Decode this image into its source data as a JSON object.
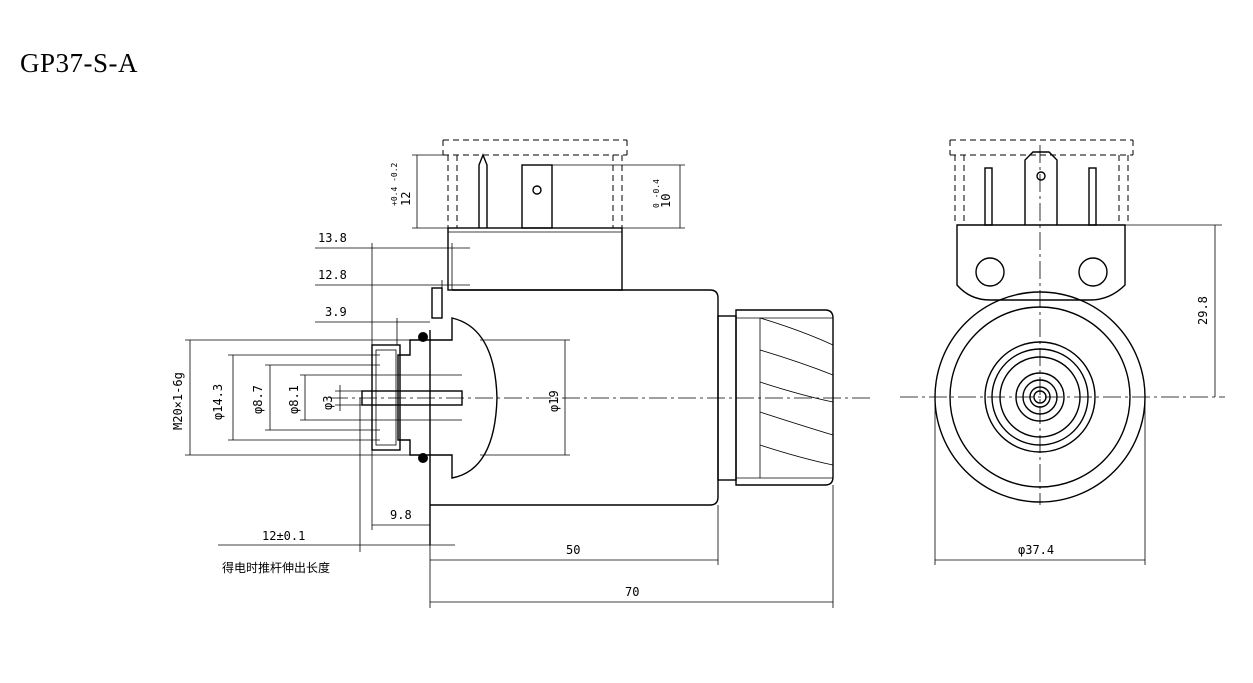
{
  "title": "GP37-S-A",
  "dimensions": {
    "d13_8": "13.8",
    "d12_8": "12.8",
    "d3_9": "3.9",
    "m20": "M20×1-6g",
    "phi14_3": "φ14.3",
    "phi8_7": "φ8.7",
    "phi8_1": "φ8.1",
    "phi3": "φ3",
    "phi19": "φ19",
    "d9_8": "9.8",
    "d12_tol": "12±0.1",
    "d50": "50",
    "d70": "70",
    "d12_pin": "12",
    "d12_pin_tol": "+0.4 -0.2",
    "d10": "10",
    "d10_tol": "0 -0.4",
    "d29_8": "29.8",
    "phi37_4": "φ37.4"
  },
  "notes": {
    "stroke_note": "得电时推杆伸出长度"
  }
}
